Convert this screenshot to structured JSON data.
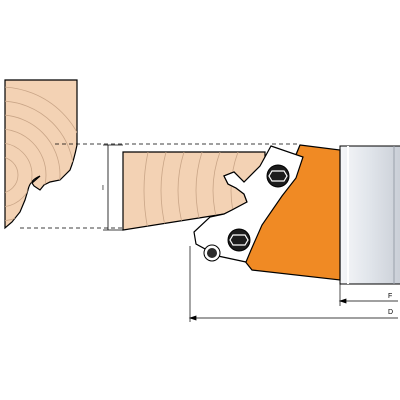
{
  "dimensions": {
    "height_label": "I",
    "projection_label": "F",
    "diameter_label": "D"
  },
  "colors": {
    "wood": "#f3d2b4",
    "grain": "#c9a587",
    "cutter": "#f08a24",
    "cutter_edge": "#3a2a20",
    "knife": "#ffffff",
    "screw": "#1c1c1c",
    "spindle": "#e6e9ee",
    "outline": "#000000"
  }
}
